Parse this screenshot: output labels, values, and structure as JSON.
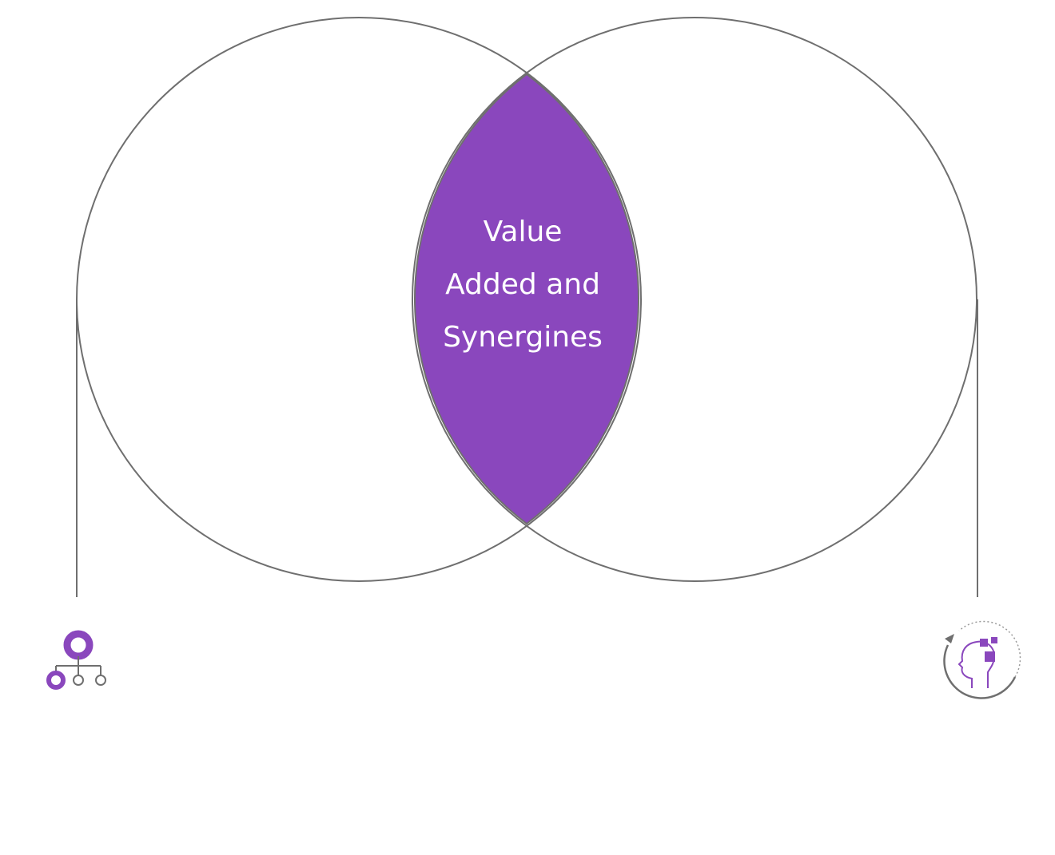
{
  "intersection": {
    "lines": [
      "Value",
      "Added and",
      "Synergines"
    ]
  },
  "colors": {
    "accent": "#8a47bd",
    "outline": "#6f6f6f",
    "text_on_accent": "#ffffff"
  },
  "icons": {
    "left": "org-hierarchy-icon",
    "right": "head-refresh-icon"
  }
}
